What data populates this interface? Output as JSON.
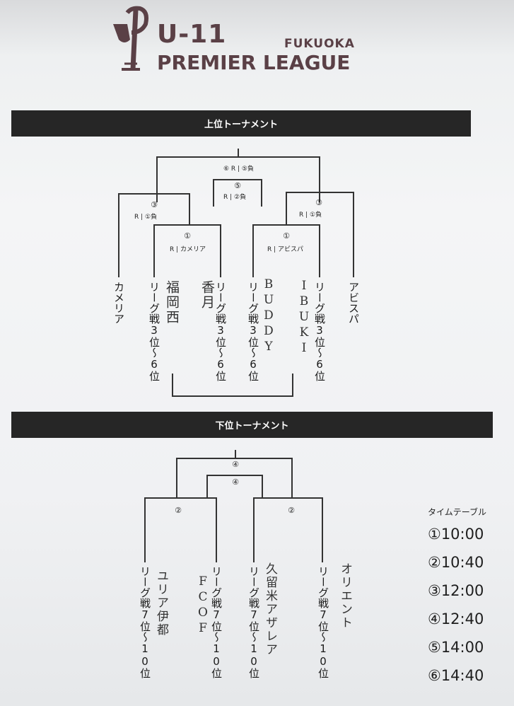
{
  "logo": {
    "title": "U-11",
    "city": "FUKUOKA",
    "league": "PREMIER LEAGUE"
  },
  "upper": {
    "heading": "上位トーナメント",
    "final_label": "⑥ R | ⑤負",
    "third_label_circle": "⑤",
    "third_label": "R | ②負",
    "left_semi_circle": "③",
    "left_semi_label": "R | ①負",
    "right_semi_circle": "③",
    "right_semi_label": "R | ①負",
    "left_q_circle": "①",
    "left_q_label": "R | カメリア",
    "right_q_circle": "①",
    "right_q_label": "R | アビスパ",
    "teams": {
      "t1": "カメリア",
      "t2": "リーグ戦3位〜6位",
      "t3": "リーグ戦3位〜6位",
      "t4": "リーグ戦3位〜6位",
      "t5": "リーグ戦3位〜6位",
      "t6": "アビスパ"
    },
    "handwritten": {
      "h2": "福岡西",
      "h3": "香月",
      "h4": "BUDDY",
      "h5": "IBUKI"
    }
  },
  "lower": {
    "heading": "下位トーナメント",
    "final_circle": "④",
    "third_circle": "④",
    "left_circle": "②",
    "right_circle": "②",
    "teams": {
      "t1": "リーグ戦7位〜10位",
      "t2": "リーグ戦7位〜10位",
      "t3": "リーグ戦7位〜10位",
      "t4": "リーグ戦7位〜10位"
    },
    "handwritten": {
      "h1": "ユリア伊都",
      "h2": "FCOF",
      "h3": "久留米アザレア",
      "h4": "オリエント"
    }
  },
  "timetable": {
    "title": "タイムテーブル",
    "rows": [
      "①10:00",
      "②10:40",
      "③12:00",
      "④12:40",
      "⑤14:00",
      "⑥14:40"
    ]
  }
}
